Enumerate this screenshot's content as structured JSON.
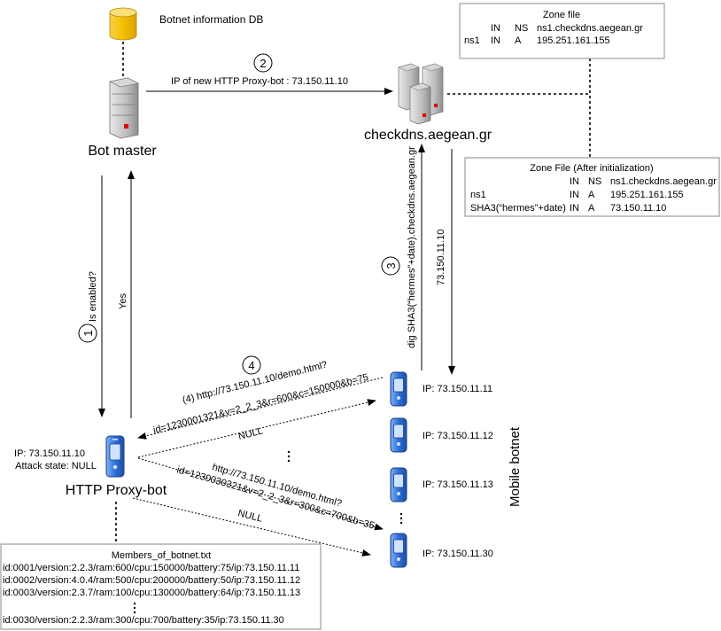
{
  "db": {
    "label": "Botnet information DB"
  },
  "bot_master": {
    "label": "Bot master"
  },
  "dns_server": {
    "label": "checkdns.aegean.gr"
  },
  "zone_file": {
    "title": "Zone file",
    "rows": [
      [
        "",
        "IN",
        "NS",
        "ns1.checkdns.aegean.gr"
      ],
      [
        "ns1",
        "IN",
        "A",
        "195.251.161.155"
      ]
    ]
  },
  "zone_file_init": {
    "title": "Zone File (After initialization)",
    "rows": [
      [
        "",
        "IN",
        "NS",
        "ns1.checkdns.aegean.gr"
      ],
      [
        "ns1",
        "IN",
        "A",
        "195.251.161.155"
      ],
      [
        "SHA3(“hermes”+date)",
        "IN",
        "A",
        "73.150.11.10"
      ]
    ]
  },
  "steps": {
    "s1": "1",
    "s2": "2",
    "s3": "3",
    "s4": "4"
  },
  "edges": {
    "new_proxy": "IP of new HTTP Proxy-bot : 73.150.11.10",
    "is_enabled": "Is enabled?",
    "yes": "Yes",
    "dig": "dig SHA3(“hermes”+date).checkdns.aegean.gr",
    "dns_answer": "73.150.11.10",
    "req1_line1": "(4) http://73.150.11.10/demo.html?",
    "req1_line2": "id=1230001321&v=2_2_3&r=600&c=150000&b=75",
    "null1": "NULL",
    "req2_line1": "http://73.150.11.10/demo.html?",
    "req2_line2": "id=1230030321&v=2_2_3&r=300&c=700&b=35",
    "null2": "NULL"
  },
  "proxy": {
    "ip": "IP: 73.150.11.10",
    "attack_state": "Attack state: NULL",
    "label": "HTTP Proxy-bot"
  },
  "mobile_botnet": {
    "label": "Mobile botnet",
    "devices": [
      "IP: 73.150.11.11",
      "IP: 73.150.11.12",
      "IP: 73.150.11.13",
      "IP: 73.150.11.30"
    ]
  },
  "members": {
    "title": "Members_of_botnet.txt",
    "lines": [
      "id:0001/version:2.2.3/ram:600/cpu:150000/battery:75/ip:73.150.11.11",
      "id:0002/version:4.0.4/ram:500/cpu:200000/battery:50/ip:73.150.11.12",
      "id:0003/version:2.3.7/ram:100/cpu:130000/battery:64/ip:73.150.11.13",
      "id:0030/version:2.2.3/ram:300/cpu:700/battery:35/ip:73.150.11.30"
    ]
  },
  "colors": {
    "db": "#f5c000",
    "phone": "#2f6fd6",
    "server_led": "#e00000"
  }
}
